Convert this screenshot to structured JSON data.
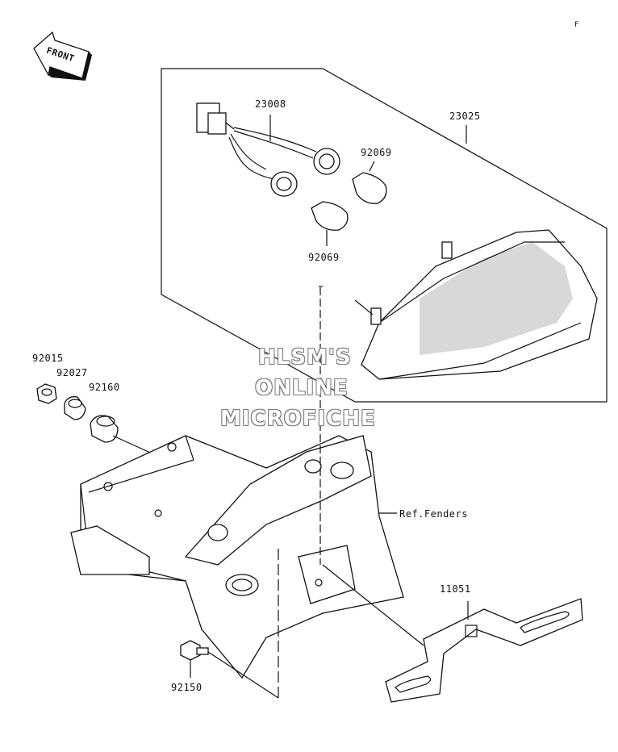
{
  "page_code": "F",
  "front_arrow": {
    "text": "FRONT"
  },
  "parts": {
    "p23008": "23008",
    "p23025": "23025",
    "p92069_top": "92069",
    "p92069_bottom": "92069",
    "p92015": "92015",
    "p92027": "92027",
    "p92160": "92160",
    "ref_fenders": "Ref.Fenders",
    "p11051": "11051",
    "p92150": "92150"
  },
  "watermark": {
    "line1": "HLSM'S",
    "line2": "ONLINE",
    "line3": "MICROFICHE"
  }
}
